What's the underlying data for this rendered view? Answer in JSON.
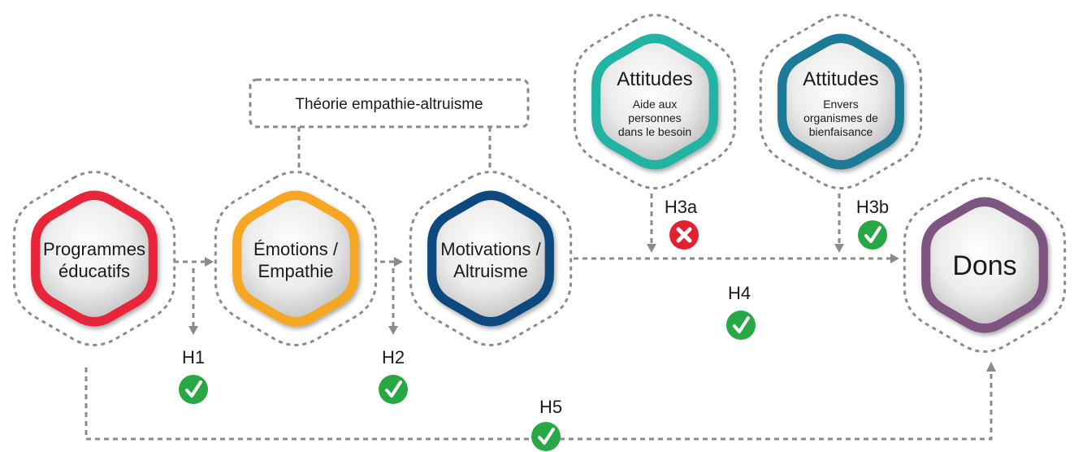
{
  "theory": {
    "label": "Théorie empathie-altruisme"
  },
  "nodes": {
    "programmes": {
      "line1": "Programmes",
      "line2": "éducatifs",
      "color": "#e8253a"
    },
    "emotions": {
      "line1": "Émotions /",
      "line2": "Empathie",
      "color": "#f5a623"
    },
    "motivations": {
      "line1": "Motivations /",
      "line2": "Altruisme",
      "color": "#0e4a7e"
    },
    "attitudes_a": {
      "title": "Attitudes",
      "sub1": "Aide aux",
      "sub2": "personnes",
      "sub3": "dans le besoin",
      "color": "#22b3a3"
    },
    "attitudes_b": {
      "title": "Attitudes",
      "sub1": "Envers",
      "sub2": "organismes de",
      "sub3": "bienfaisance",
      "color": "#1a7a96"
    },
    "dons": {
      "label": "Dons",
      "color": "#7d5580"
    }
  },
  "hypotheses": {
    "h1": {
      "label": "H1",
      "status": "supported",
      "icon": "check-icon"
    },
    "h2": {
      "label": "H2",
      "status": "supported",
      "icon": "check-icon"
    },
    "h3a": {
      "label": "H3a",
      "status": "rejected",
      "icon": "cross-icon"
    },
    "h3b": {
      "label": "H3b",
      "status": "supported",
      "icon": "check-icon"
    },
    "h4": {
      "label": "H4",
      "status": "supported",
      "icon": "check-icon"
    },
    "h5": {
      "label": "H5",
      "status": "supported",
      "icon": "check-icon"
    }
  },
  "colors": {
    "supported": "#27a844",
    "rejected": "#e3202f",
    "connector": "#8a8a8a"
  }
}
